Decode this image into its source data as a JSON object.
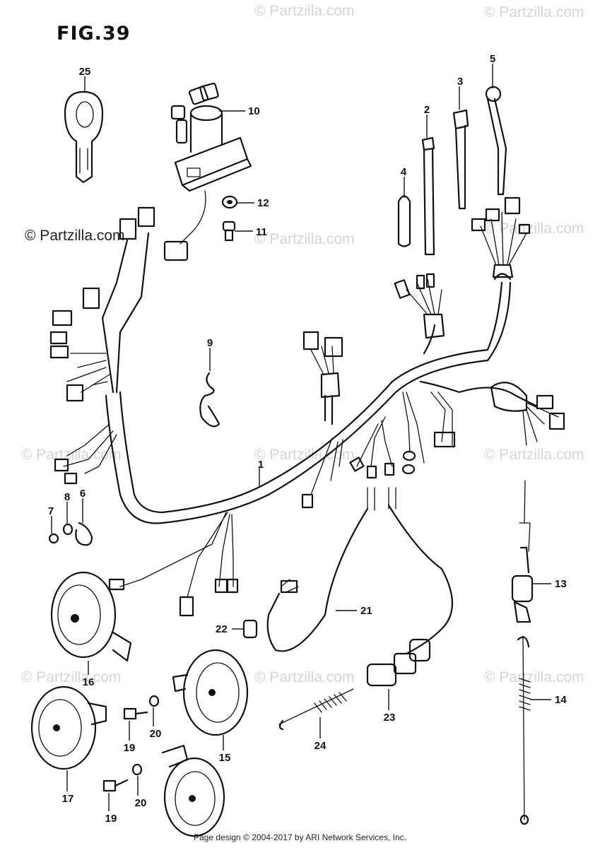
{
  "figure": {
    "title": "FIG.39"
  },
  "watermark": {
    "text": "© Partzilla.com"
  },
  "callouts": [
    "1",
    "2",
    "3",
    "4",
    "5",
    "6",
    "7",
    "8",
    "9",
    "10",
    "11",
    "12",
    "13",
    "14",
    "15",
    "16",
    "17",
    "19",
    "20",
    "20",
    "19",
    "21",
    "22",
    "23",
    "24",
    "25"
  ],
  "footer": {
    "text": "Page design © 2004-2017 by ARI Network Services, Inc."
  },
  "colors": {
    "ink": "#111111",
    "watermark": "#d4d4d4",
    "background": "#ffffff"
  }
}
